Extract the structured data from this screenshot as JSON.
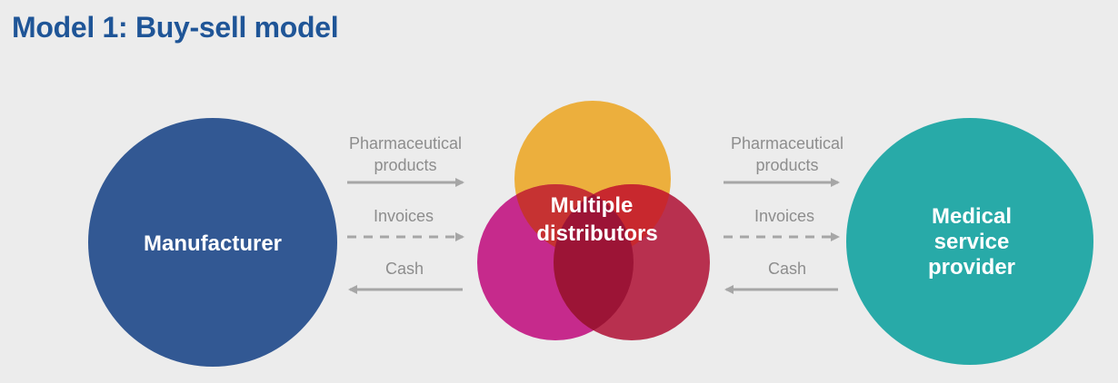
{
  "title": "Model 1: Buy-sell model",
  "nodes": {
    "manufacturer": {
      "label": "Manufacturer",
      "color": "#325893"
    },
    "distributors": {
      "label_line1": "Multiple",
      "label_line2": "distributors",
      "colors": {
        "top": "#ecaf3d",
        "left": "#c62a8c",
        "right": "#b8304f",
        "overlap_top_left": "#c63232",
        "overlap_top_right": "#c8282e",
        "overlap_left_right": "#9c1436"
      }
    },
    "provider": {
      "label_line1": "Medical",
      "label_line2": "service",
      "label_line3": "provider",
      "color": "#28aaa8"
    }
  },
  "flows_left": {
    "products_line1": "Pharmaceutical",
    "products_line2": "products",
    "invoices": "Invoices",
    "cash": "Cash"
  },
  "flows_right": {
    "products_line1": "Pharmaceutical",
    "products_line2": "products",
    "invoices": "Invoices",
    "cash": "Cash"
  },
  "arrow_color": "#a6a6a6"
}
